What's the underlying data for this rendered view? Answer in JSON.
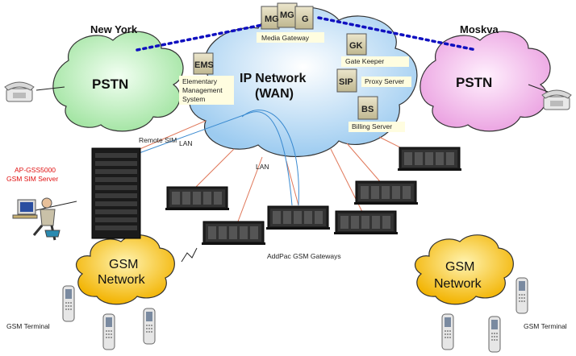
{
  "labels": {
    "city_left": "New York",
    "city_right": "Moskva",
    "pstn_left": "PSTN",
    "pstn_right": "PSTN",
    "ip_network": [
      "IP Network",
      "(WAN)"
    ],
    "mg_boxes": [
      "MG",
      "MG",
      "G"
    ],
    "media_gateway": "Media Gateway",
    "gk_box": "GK",
    "gate_keeper": "Gate Keeper",
    "ems_box": "EMS",
    "ems_caption": [
      "Elementary",
      "Management",
      "System"
    ],
    "sip_box": "SIP",
    "proxy_server": "Proxy Server",
    "bs_box": "BS",
    "billing_server": "Billing Server",
    "remote_sim": "Remote SIM",
    "lan_1": "LAN",
    "lan_2": "LAN",
    "sim_server": [
      "AP-GSS5000",
      "GSM SIM Server"
    ],
    "gsm_gateways": "AddPac GSM Gateways",
    "gsm_left": [
      "GSM",
      "Network"
    ],
    "gsm_right": [
      "GSM",
      "Network"
    ],
    "gsm_terminal_left": "GSM Terminal",
    "gsm_terminal_right": "GSM Terminal"
  },
  "colors": {
    "pstn_left_fill": "#c9f5c9",
    "pstn_right_fill": "#f5c4f0",
    "ip_cloud_fill": "#cde6f8",
    "gsm_fill": "#ffd24a",
    "server_box": "#d8d1b5",
    "caption_bg": "#fffde0",
    "dotted_link": "#1010c0",
    "lan_line": "#e0785a",
    "lan_line_blue": "#3a8ad0",
    "sim_server_label": "#e01010"
  },
  "icons": [
    "telephone-icon",
    "telephone-icon",
    "operator-icon",
    "mobile-phone-icon",
    "rack-gateway-icon",
    "server-icon"
  ]
}
